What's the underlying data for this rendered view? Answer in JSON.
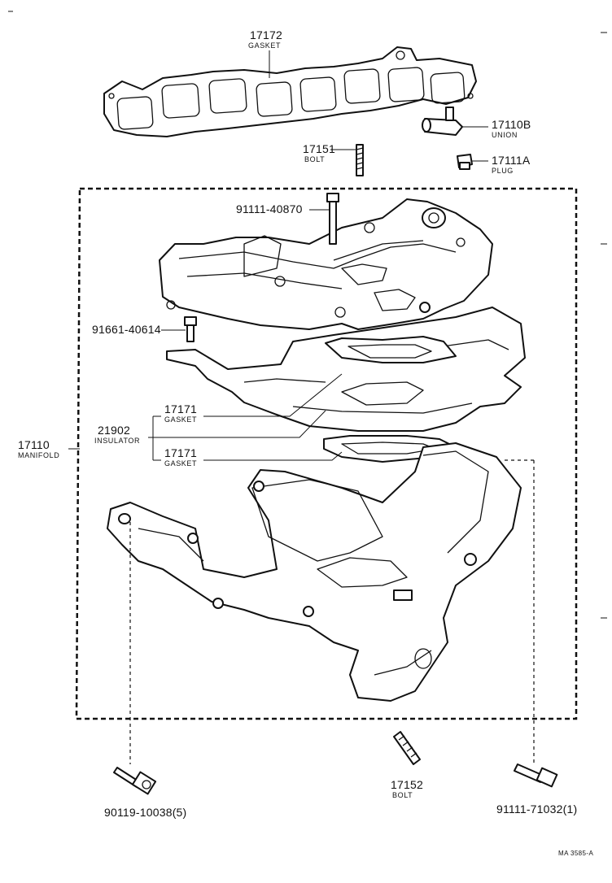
{
  "parts": {
    "gasket_top": {
      "number": "17172",
      "name": "GASKET"
    },
    "union": {
      "number": "17110B",
      "name": "UNION"
    },
    "bolt_stud": {
      "number": "17151",
      "name": "BOLT"
    },
    "plug": {
      "number": "17111A",
      "name": "PLUG"
    },
    "bolt_top": {
      "number": "91111-40870"
    },
    "bolt_small": {
      "number": "91661-40614"
    },
    "gasket_upper": {
      "number": "17171",
      "name": "GASKET"
    },
    "insulator": {
      "number": "21902",
      "name": "INSULATOR"
    },
    "gasket_lower": {
      "number": "17171",
      "name": "GASKET"
    },
    "manifold": {
      "number": "17110",
      "name": "MANIFOLD"
    },
    "bolt_left": {
      "number": "90119-10038",
      "qty": "(5)"
    },
    "bolt_stud_lower": {
      "number": "17152",
      "name": "BOLT"
    },
    "bolt_right": {
      "number": "91111-71032",
      "qty": "(1)"
    }
  },
  "reference": "MA 3585-A"
}
